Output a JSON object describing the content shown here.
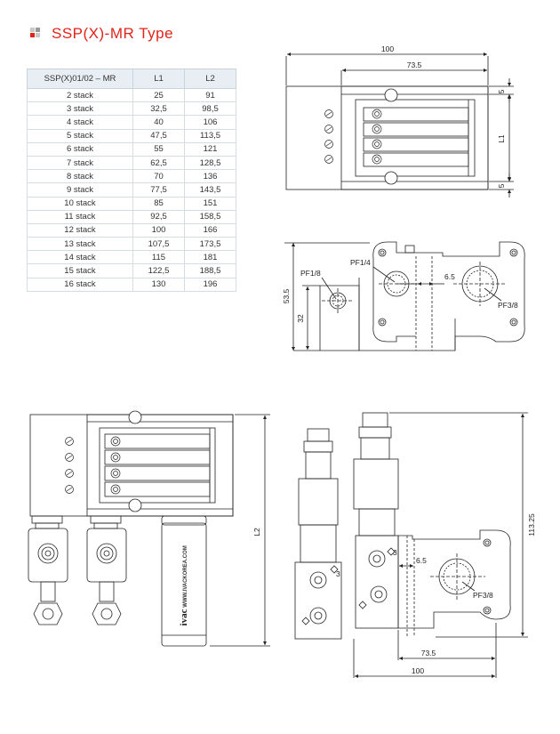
{
  "title": "SSP(X)-MR Type",
  "colors": {
    "accent": "#e2231a",
    "mark_dark": "#e2231a",
    "mark_gray": "#b5b5b5",
    "table_header": "#e8eef3"
  },
  "table": {
    "headers": [
      "SSP(X)01/02 – MR",
      "L1",
      "L2"
    ],
    "rows": [
      [
        "2 stack",
        "25",
        "91"
      ],
      [
        "3 stack",
        "32,5",
        "98,5"
      ],
      [
        "4 stack",
        "40",
        "106"
      ],
      [
        "5 stack",
        "47,5",
        "113,5"
      ],
      [
        "6 stack",
        "55",
        "121"
      ],
      [
        "7 stack",
        "62,5",
        "128,5"
      ],
      [
        "8 stack",
        "70",
        "136"
      ],
      [
        "9 stack",
        "77,5",
        "143,5"
      ],
      [
        "10 stack",
        "85",
        "151"
      ],
      [
        "11 stack",
        "92,5",
        "158,5"
      ],
      [
        "12 stack",
        "100",
        "166"
      ],
      [
        "13 stack",
        "107,5",
        "173,5"
      ],
      [
        "14 stack",
        "115",
        "181"
      ],
      [
        "15 stack",
        "122,5",
        "188,5"
      ],
      [
        "16 stack",
        "130",
        "196"
      ]
    ]
  },
  "top_view": {
    "dim_total": "100",
    "dim_inner": "73.5",
    "dim_edge_top": "5",
    "dim_edge_bottom": "5",
    "dim_l1": "L1"
  },
  "side_view": {
    "dim_height": "53.5",
    "dim_32": "32",
    "port_pf18": "PF1/8",
    "port_pf14": "PF1/4",
    "dim_65": "6.5",
    "port_pf38": "PF3/8"
  },
  "assembly_view": {
    "dim_l2": "L2",
    "brand": "ivac",
    "url": "WWW.IVACKOREA.COM"
  },
  "front_view": {
    "dim_height": "113.25",
    "dim_65": "6.5",
    "port_pf38": "PF3/8",
    "dim_inner": "73.5",
    "dim_total": "100",
    "port_label_a": "3",
    "port_label_b": "3"
  }
}
